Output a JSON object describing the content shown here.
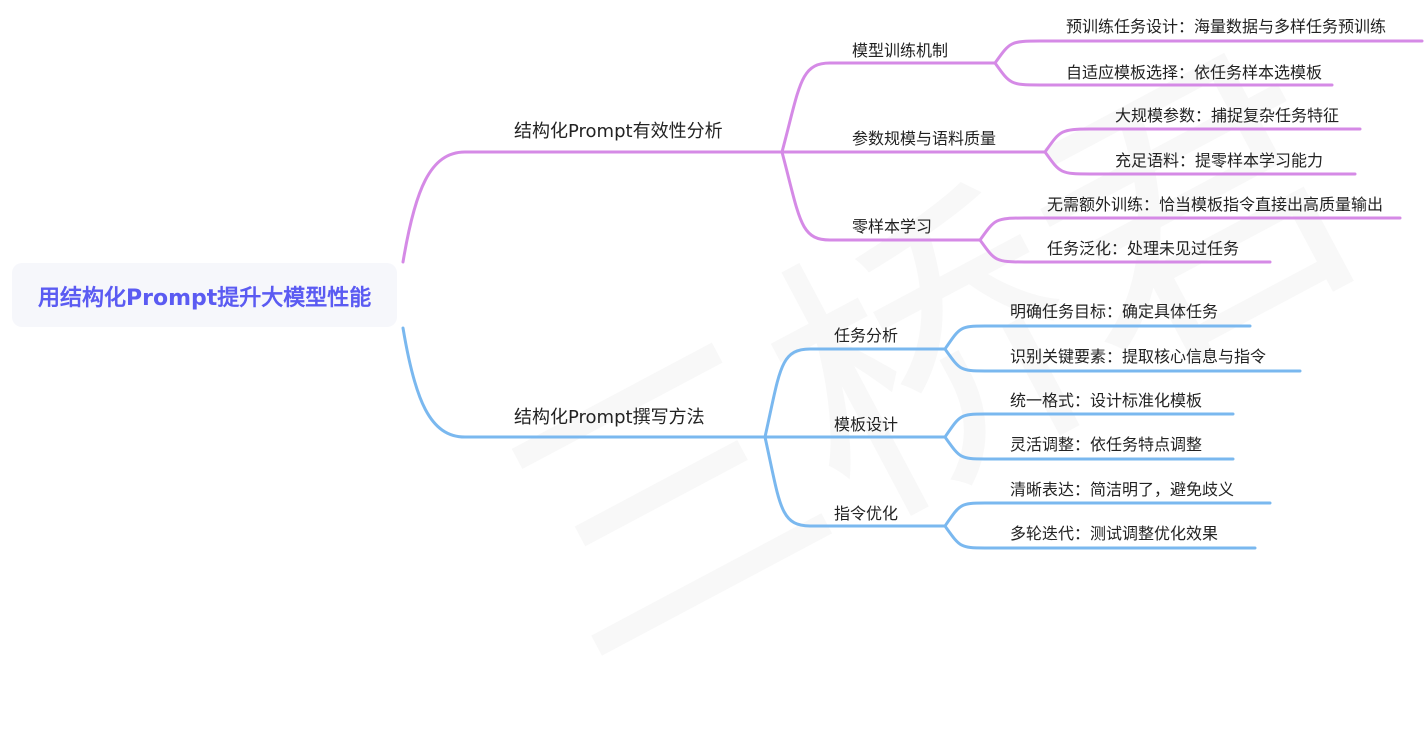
{
  "watermark": "三桥君",
  "root": {
    "label": "用结构化Prompt提升大模型性能"
  },
  "colors": {
    "branch1": "#d58ae6",
    "branch2": "#7ab8ef",
    "root_text": "#5b5bf2",
    "root_bg": "#f6f7fb"
  },
  "branches": [
    {
      "label": "结构化Prompt有效性分析",
      "color": "branch1",
      "children": [
        {
          "label": "模型训练机制",
          "children": [
            "预训练任务设计：海量数据与多样任务预训练",
            "自适应模板选择：依任务样本选模板"
          ]
        },
        {
          "label": "参数规模与语料质量",
          "children": [
            "大规模参数：捕捉复杂任务特征",
            "充足语料：提零样本学习能力"
          ]
        },
        {
          "label": "零样本学习",
          "children": [
            "无需额外训练：恰当模板指令直接出高质量输出",
            "任务泛化：处理未见过任务"
          ]
        }
      ]
    },
    {
      "label": "结构化Prompt撰写方法",
      "color": "branch2",
      "children": [
        {
          "label": "任务分析",
          "children": [
            "明确任务目标：确定具体任务",
            "识别关键要素：提取核心信息与指令"
          ]
        },
        {
          "label": "模板设计",
          "children": [
            "统一格式：设计标准化模板",
            "灵活调整：依任务特点调整"
          ]
        },
        {
          "label": "指令优化",
          "children": [
            "清晰表达：简洁明了，避免歧义",
            "多轮迭代：测试调整优化效果"
          ]
        }
      ]
    }
  ]
}
